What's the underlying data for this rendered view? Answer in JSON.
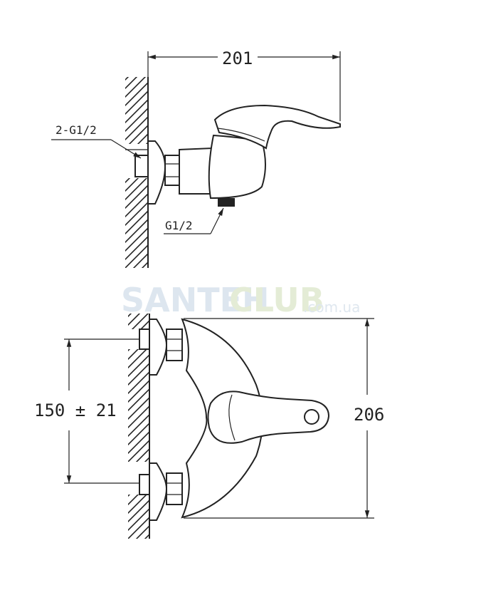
{
  "side_view": {
    "width_dimension": "201",
    "inlet_thread_label": "2-G1/2",
    "outlet_thread_label": "G1/2"
  },
  "front_view": {
    "spacing_dimension": "150 ± 21",
    "height_dimension": "206"
  },
  "watermark": {
    "part1": "SANTEH",
    "part2": "CLUB",
    "part3": ".com.ua"
  }
}
